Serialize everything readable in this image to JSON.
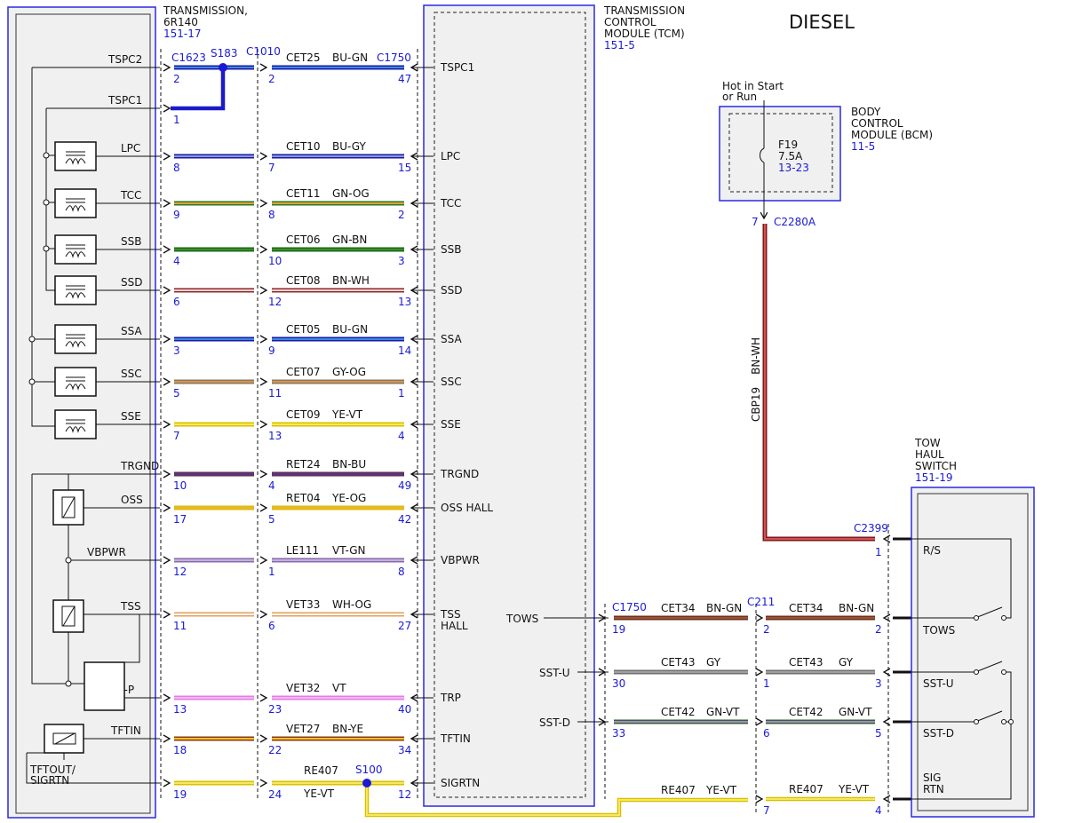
{
  "header": {
    "title": "DIESEL"
  },
  "transmission": {
    "line1": "TRANSMISSION,",
    "line2": "6R140",
    "ref": "151-17"
  },
  "tcm": {
    "line1": "TRANSMISSION",
    "line2": "CONTROL",
    "line3": "MODULE (TCM)",
    "ref": "151-5"
  },
  "bcm": {
    "hot": "Hot in Start",
    "hot2": "or Run",
    "line1": "BODY",
    "line2": "CONTROL",
    "line3": "MODULE (BCM)",
    "ref": "11-5",
    "fuse": "F19",
    "amps": "7.5A",
    "fuse_ref": "13-23",
    "pin": "7",
    "connector": "C2280A"
  },
  "tow_switch": {
    "line1": "TOW",
    "line2": "HAUL",
    "line3": "SWITCH",
    "ref": "151-19",
    "connector": "C2399",
    "pin": "1",
    "rs": "R/S",
    "tows": "TOWS",
    "sstu": "SST-U",
    "sstd": "SST-D",
    "sig": "SIG",
    "rtn": "RTN"
  },
  "connectors": {
    "c1623": "C1623",
    "s183": "S183",
    "c1010": "C1010",
    "c1750": "C1750",
    "s100": "S100",
    "c1750b": "C1750",
    "c211": "C211"
  },
  "bcm_wire": {
    "circuit": "CBP19",
    "color": "BN-WH"
  },
  "rows": [
    {
      "t": "TSPC2",
      "circ": "CET25",
      "col": "BU-GN",
      "p1": "2",
      "p2": "2",
      "p3": "47",
      "tcm": "TSPC1"
    },
    {
      "t": "TSPC1",
      "p1": "1"
    },
    {
      "t": "LPC",
      "circ": "CET10",
      "col": "BU-GY",
      "p1": "8",
      "p2": "7",
      "p3": "15",
      "tcm": "LPC"
    },
    {
      "t": "TCC",
      "circ": "CET11",
      "col": "GN-OG",
      "p1": "9",
      "p2": "8",
      "p3": "2",
      "tcm": "TCC"
    },
    {
      "t": "SSB",
      "circ": "CET06",
      "col": "GN-BN",
      "p1": "4",
      "p2": "10",
      "p3": "3",
      "tcm": "SSB"
    },
    {
      "t": "SSD",
      "circ": "CET08",
      "col": "BN-WH",
      "p1": "6",
      "p2": "12",
      "p3": "13",
      "tcm": "SSD"
    },
    {
      "t": "SSA",
      "circ": "CET05",
      "col": "BU-GN",
      "p1": "3",
      "p2": "9",
      "p3": "14",
      "tcm": "SSA"
    },
    {
      "t": "SSC",
      "circ": "CET07",
      "col": "GY-OG",
      "p1": "5",
      "p2": "11",
      "p3": "1",
      "tcm": "SSC"
    },
    {
      "t": "SSE",
      "circ": "CET09",
      "col": "YE-VT",
      "p1": "7",
      "p2": "13",
      "p3": "4",
      "tcm": "SSE"
    },
    {
      "t": "TRGND",
      "circ": "RET24",
      "col": "BN-BU",
      "p1": "10",
      "p2": "4",
      "p3": "49",
      "tcm": "TRGND"
    },
    {
      "t": "OSS",
      "circ": "RET04",
      "col": "YE-OG",
      "p1": "17",
      "p2": "5",
      "p3": "42",
      "tcm": "OSS HALL"
    },
    {
      "t": "VBPWR",
      "circ": "LE111",
      "col": "VT-GN",
      "p1": "12",
      "p2": "1",
      "p3": "8",
      "tcm": "VBPWR"
    },
    {
      "t": "TSS",
      "circ": "VET33",
      "col": "WH-OG",
      "p1": "11",
      "p2": "6",
      "p3": "27",
      "tcm": "TSS",
      "tcm2": "HALL"
    },
    {
      "t": "TRS/TR-P",
      "circ": "VET32",
      "col": "VT",
      "p1": "13",
      "p2": "23",
      "p3": "40",
      "tcm": "TRP"
    },
    {
      "t": "TFTIN",
      "circ": "VET27",
      "col": "BN-YE",
      "p1": "18",
      "p2": "22",
      "p3": "34",
      "tcm": "TFTIN"
    },
    {
      "t": "TFTOUT/",
      "t2": "SIGRTN",
      "circ": "RE407",
      "col": "YE-VT",
      "p1": "19",
      "p2": "24",
      "p3": "12",
      "tcm": "SIGRTN"
    }
  ],
  "right_rows": [
    {
      "tcm": "TOWS",
      "circ": "CET34",
      "col": "BN-GN",
      "p1": "19",
      "p2": "2",
      "p3": "2"
    },
    {
      "tcm": "SST-U",
      "circ": "CET43",
      "col": "GY",
      "p1": "30",
      "p2": "1",
      "p3": "3"
    },
    {
      "tcm": "SST-D",
      "circ": "CET42",
      "col": "GN-VT",
      "p1": "33",
      "p2": "6",
      "p3": "5"
    },
    {
      "circ": "RE407",
      "col": "YE-VT",
      "p2": "7",
      "p3": "4"
    }
  ],
  "colors": {
    "module_border": "#2a2ae0",
    "pin_text": "#1a1ad6"
  }
}
